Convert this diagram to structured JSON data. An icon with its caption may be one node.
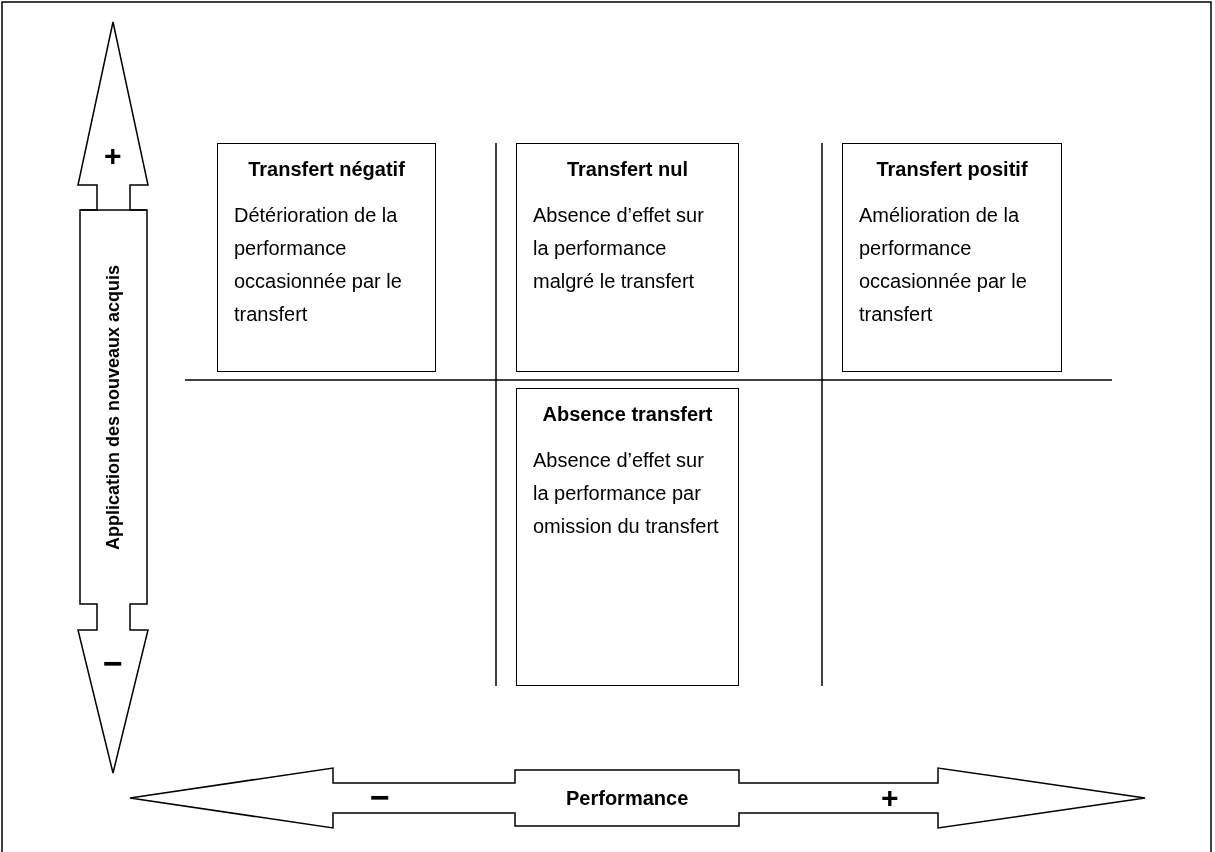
{
  "diagram": {
    "nodes": [
      {
        "text": [
          "Transfert négatif",
          "Détérioration de la performance occasionnée par le transfert"
        ]
      },
      {
        "text": [
          "Transfert nul",
          "Absence d’effet sur la performance malgré le transfert"
        ]
      },
      {
        "text": [
          "Transfert positif",
          "Amélioration de la performance occasionnée par le transfert"
        ]
      },
      {
        "text": [
          "Absence transfert",
          "Absence d’effet sur la performance par omission du transfert"
        ]
      }
    ],
    "edges": [],
    "labels": [
      "+",
      "Application des nouveaux acquis",
      "−",
      "−",
      "Performance",
      "+"
    ]
  }
}
